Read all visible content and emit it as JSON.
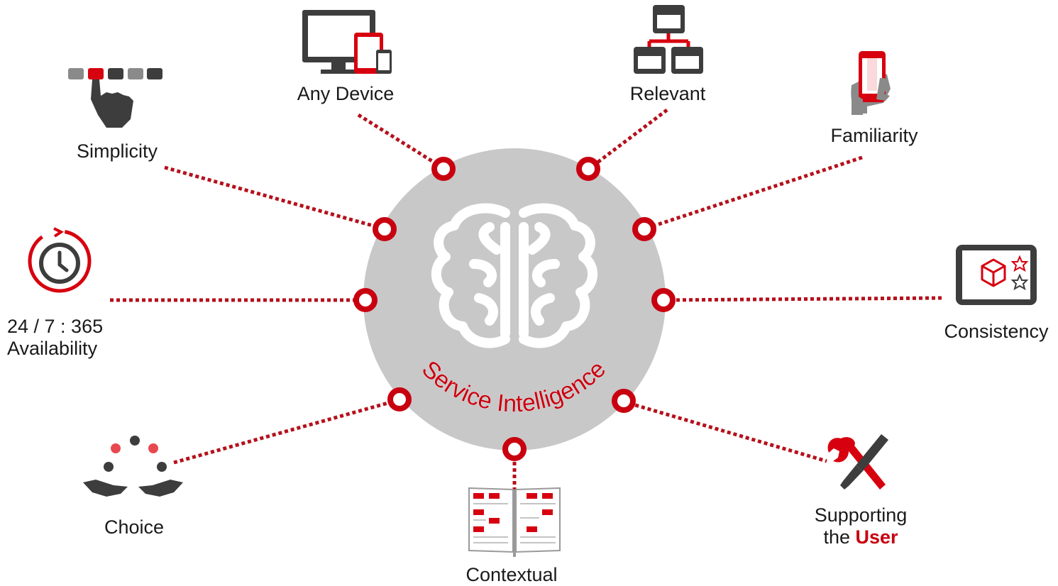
{
  "center": {
    "title": "Service Intelligence",
    "icon": "brain-icon"
  },
  "labels": {
    "any_device": "Any Device",
    "relevant": "Relevant",
    "simplicity": "Simplicity",
    "familiarity": "Familiarity",
    "availability_line1": "24 / 7 : 365",
    "availability_line2": "Availability",
    "consistency": "Consistency",
    "choice": "Choice",
    "contextual": "Contextual",
    "supporting_line1": "Supporting",
    "supporting_line2_prefix": "the ",
    "supporting_line2_highlight": "User"
  },
  "icons": {
    "any_device": "devices-icon",
    "relevant": "hierarchy-icon",
    "simplicity": "hand-select-icon",
    "familiarity": "smartphone-in-hand-icon",
    "availability": "clock-icon",
    "consistency": "tablet-cube-stars-icon",
    "choice": "juggling-hands-icon",
    "contextual": "open-book-icon",
    "supporting": "tools-icon"
  },
  "colors": {
    "accent": "#c8000f",
    "circle": "#c8c8c8",
    "dark": "#3d3d3d",
    "grey": "#9a9a9a"
  }
}
